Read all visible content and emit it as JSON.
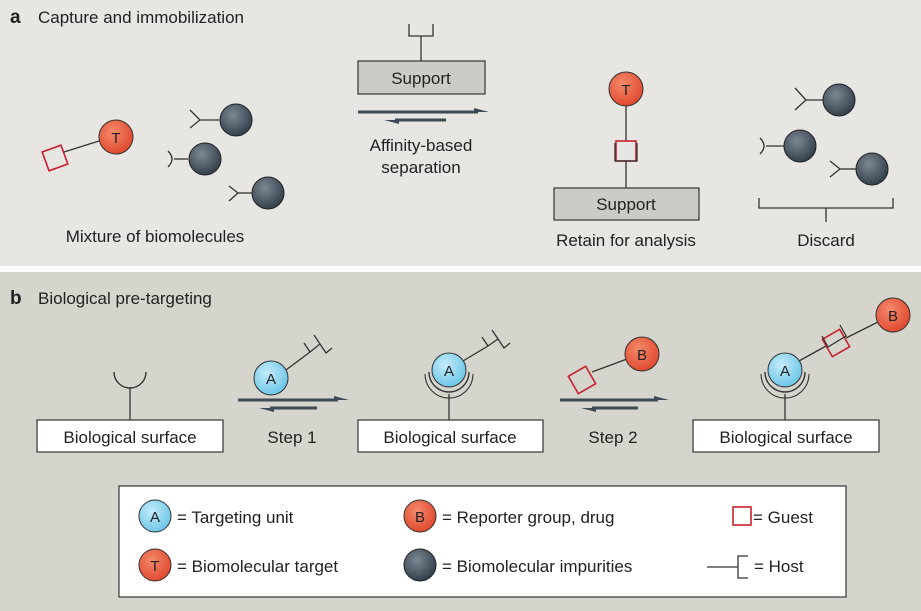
{
  "panel_a": {
    "letter": "a",
    "title": "Capture and immobilization",
    "mixture_label": "Mixture of biomolecules",
    "support_label": "Support",
    "separation_line1": "Affinity-based",
    "separation_line2": "separation",
    "support_label_2": "Support",
    "retain_label": "Retain for analysis",
    "discard_label": "Discard",
    "target_letter": "T",
    "target_letter_2": "T"
  },
  "panel_b": {
    "letter": "b",
    "title": "Biological pre-targeting",
    "surface_1": "Biological surface",
    "surface_2": "Biological surface",
    "surface_3": "Biological surface",
    "step1": "Step 1",
    "step2": "Step 2",
    "a1": "A",
    "a2": "A",
    "a3": "A",
    "b1": "B",
    "b2": "B"
  },
  "legend": {
    "a_letter": "A",
    "b_letter": "B",
    "t_letter": "T",
    "targeting": "= Targeting unit",
    "reporter": "= Reporter group, drug",
    "guest": "= Guest",
    "target": "= Biomolecular target",
    "impurities": "= Biomolecular impurities",
    "host": "= Host"
  },
  "colors": {
    "panel_a_bg": "#e8e6e3",
    "panel_b_bg": "#d6d5cd",
    "red_circle": "#e8533a",
    "blue_circle": "#8fd3ee",
    "grey_circle": "#4a5560",
    "guest_red": "#c8202c",
    "arrow": "#3d4a56"
  }
}
